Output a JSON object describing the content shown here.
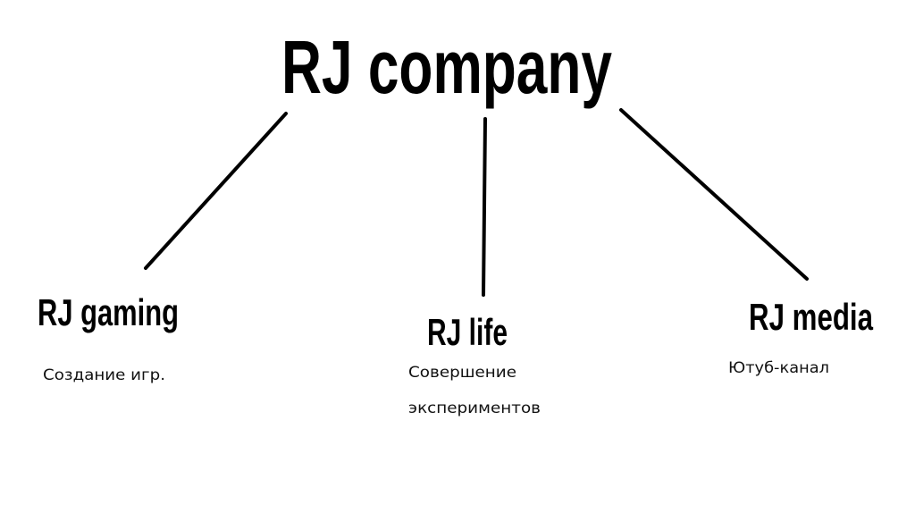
{
  "root": {
    "label": "RJ company"
  },
  "branches": [
    {
      "label": "RJ gaming",
      "description": [
        "Создание игр."
      ]
    },
    {
      "label": "RJ life",
      "description": [
        "Совершение",
        "экспериментов"
      ]
    },
    {
      "label": "RJ media",
      "description": [
        "Ютуб-канал"
      ]
    }
  ],
  "colors": {
    "text": "#000000",
    "background": "#ffffff"
  }
}
